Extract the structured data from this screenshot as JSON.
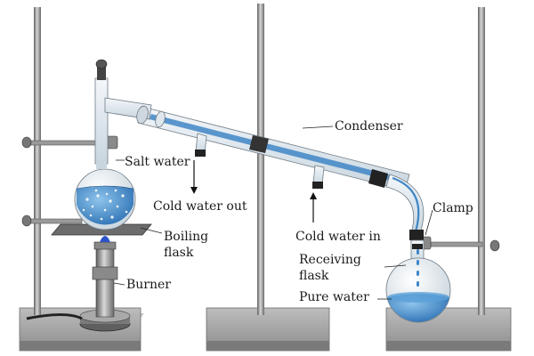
{
  "labels": {
    "condenser": "Condenser",
    "salt_water": "Salt water",
    "cold_water_out": "Cold water out",
    "boiling": "Boiling",
    "flask_boiling": "flask",
    "cold_water_in": "Cold water in",
    "clamp": "Clamp",
    "receiving": "Receiving",
    "flask_receiving": "flask",
    "pure_water": "Pure water",
    "burner": "Burner"
  },
  "colors": {
    "water": "#3f86c6",
    "glass": "#e6edf2",
    "metal": "#9a9a9a",
    "base": "#8c8c8c",
    "flame": "#2b53c9"
  }
}
